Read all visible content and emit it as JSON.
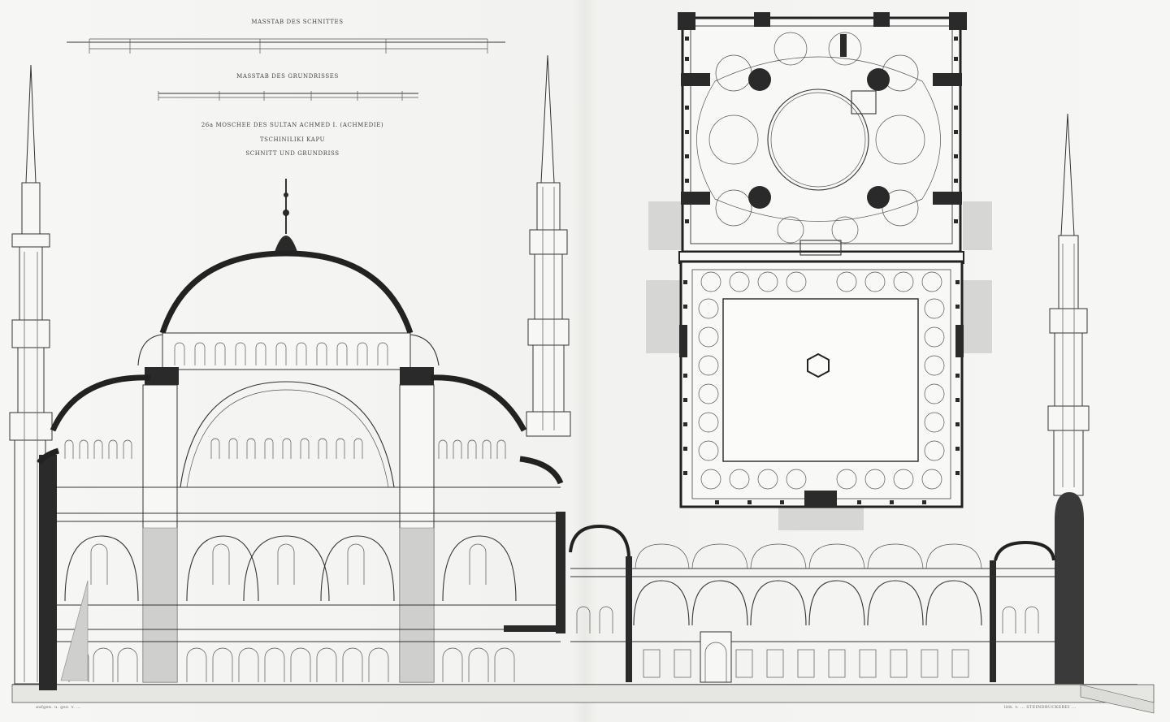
{
  "captions": {
    "scale_section": "MASSTAB DES SCHNITTES",
    "scale_plan": "MASSTAB DES GRUNDRISSES",
    "title_line1": "26a  MOSCHEE DES SULTAN ACHMED I. (ACHMEDIE)",
    "title_line2": "TSCHINILIKI KAPU",
    "title_line3": "SCHNITT UND GRUNDRISS"
  },
  "signatures": {
    "left": "aufgen. u. gez. v. ...",
    "right": "lith. v. ... STEINDRUCKEREI ..."
  },
  "colors": {
    "paper": "#f4f4f2",
    "ink": "#2a2a2a",
    "line": "#333333",
    "shade": "#cfcfcd"
  }
}
